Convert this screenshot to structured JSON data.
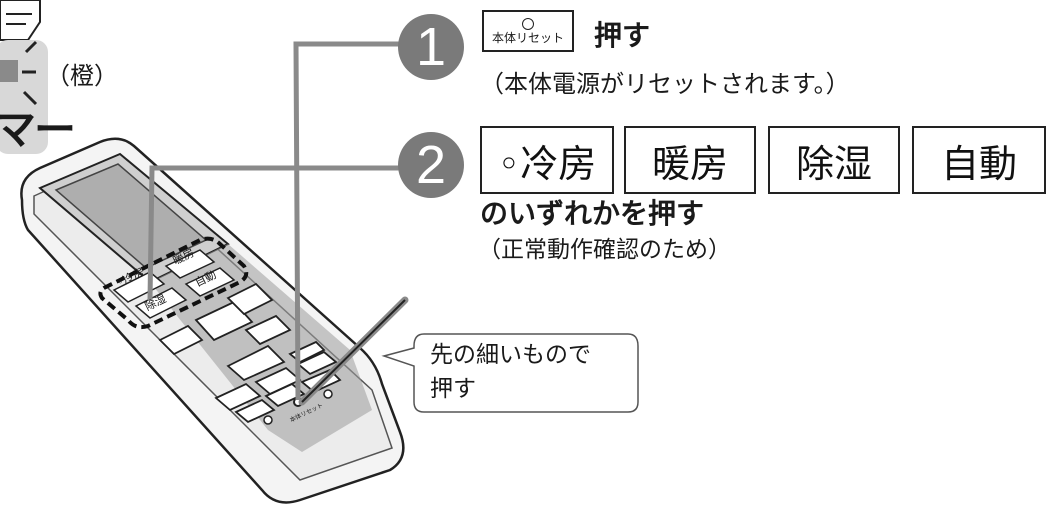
{
  "left_panel": {
    "indicator_text": "（橙）",
    "timer_fragment": "マー"
  },
  "remote": {
    "btn_cool": "◦冷房",
    "btn_heat": "暖房",
    "btn_dehumid": "除湿",
    "btn_auto": "自動",
    "reset_label": "本体リセット"
  },
  "step1": {
    "number": "1",
    "reset_button_label": "本体リセット",
    "action": "押す",
    "note": "（本体電源がリセットされます。）"
  },
  "step2": {
    "number": "2",
    "buttons": [
      "◦冷房",
      "暖房",
      "除湿",
      "自動"
    ],
    "action": "のいずれかを押す",
    "note": "（正常動作確認のため）"
  },
  "callout": {
    "line1": "先の細いもので",
    "line2": "押す"
  }
}
